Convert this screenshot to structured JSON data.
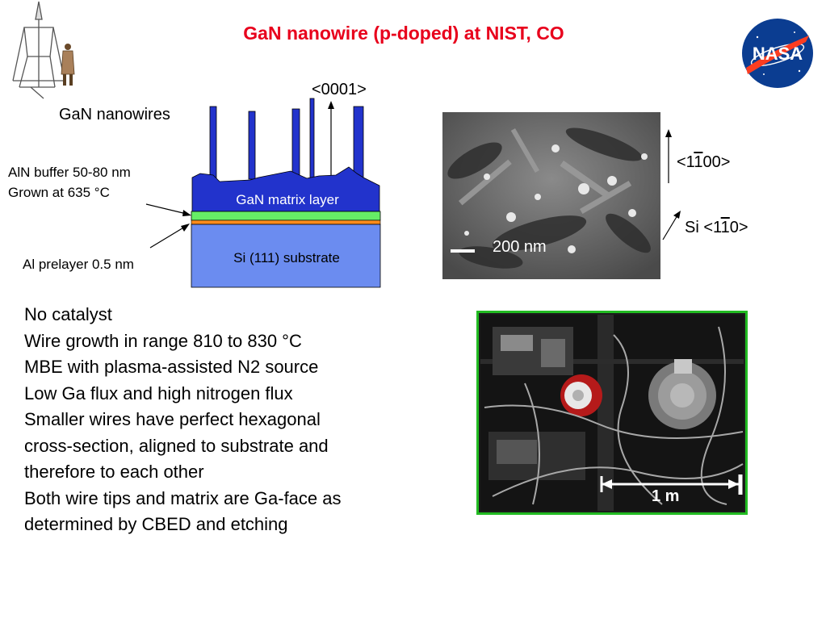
{
  "title": "GaN nanowire (p-doped) at NIST, CO",
  "diagram": {
    "direction_top": "<0001>",
    "nanowires_label": "GaN nanowires",
    "buffer_line1": "AlN buffer 50-80 nm",
    "buffer_line2": "Grown at 635 °C",
    "matrix_label": "GaN matrix layer",
    "substrate_label": "Si (111) substrate",
    "prelayer_label": "Al prelayer 0.5 nm"
  },
  "sem": {
    "scale_label": "200 nm",
    "dir_a_prefix": "<1",
    "dir_a_bar": "1",
    "dir_a_suffix": "00>",
    "dir_b_prefix": "Si <1",
    "dir_b_bar": "1",
    "dir_b_suffix": "0>"
  },
  "photo": {
    "scale_label": "1 m"
  },
  "bullets": [
    "No catalyst",
    "Wire growth in range 810 to 830 °C",
    "MBE with plasma-assisted N2 source",
    "Low Ga flux and high nitrogen flux",
    "Smaller wires have perfect hexagonal",
    "cross-section, aligned to substrate and",
    "therefore to each other",
    "Both wire tips and matrix are Ga-face as",
    "determined by CBED and etching"
  ],
  "logo": {
    "text": "NASA"
  },
  "colors": {
    "title": "#e8001c",
    "nanowire": "#2233cc",
    "buffer": "#66ee66",
    "prelayer": "#ff8c1a",
    "substrate": "#6b8cf0",
    "photo_border": "#22bb22"
  }
}
